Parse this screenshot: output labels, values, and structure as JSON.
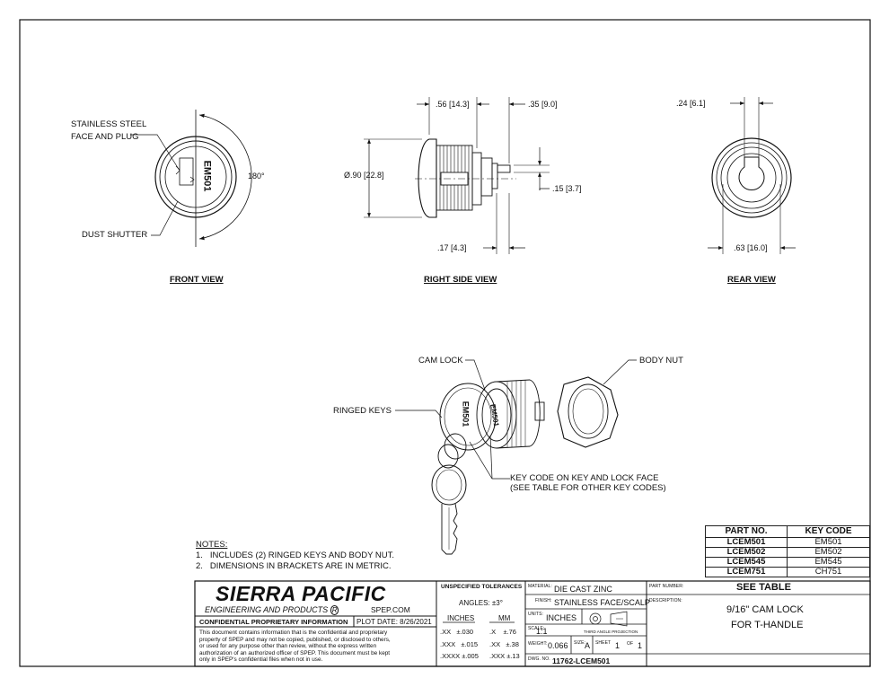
{
  "views": {
    "front": "FRONT VIEW",
    "right_side": "RIGHT SIDE VIEW",
    "rear": "REAR VIEW"
  },
  "front_labels": {
    "stainless_line1": "STAINLESS STEEL",
    "stainless_line2": "FACE AND PLUG",
    "dust_shutter": "DUST SHUTTER",
    "angle": "180°",
    "key_code": "EM501"
  },
  "side_dims": {
    "len_056": ".56",
    "len_056_mm": "[14.3]",
    "len_035": ".35",
    "len_035_mm": "[9.0]",
    "dia_090": "Ø.90",
    "dia_090_mm": "[22.8]",
    "len_015": ".15",
    "len_015_mm": "[3.7]",
    "len_017": ".17",
    "len_017_mm": "[4.3]"
  },
  "rear_dims": {
    "len_024": ".24",
    "len_024_mm": "[6.1]",
    "len_063": ".63",
    "len_063_mm": "[16.0]"
  },
  "iso_labels": {
    "cam_lock": "CAM LOCK",
    "body_nut": "BODY NUT",
    "ringed_keys": "RINGED KEYS",
    "key_code_line1": "KEY CODE ON KEY AND LOCK FACE",
    "key_code_line2": "(SEE TABLE FOR OTHER KEY CODES)",
    "key_text": "EM501",
    "lock_text": "EM501"
  },
  "notes": {
    "heading": "NOTES:",
    "items": [
      {
        "num": "1.",
        "text": "INCLUDES (2) RINGED KEYS AND BODY NUT."
      },
      {
        "num": "2.",
        "text": "DIMENSIONS IN BRACKETS ARE IN METRIC."
      }
    ]
  },
  "key_table": {
    "headers": [
      "PART NO.",
      "KEY CODE"
    ],
    "rows": [
      {
        "part": "LCEM501",
        "code": "EM501"
      },
      {
        "part": "LCEM502",
        "code": "EM502"
      },
      {
        "part": "LCEM545",
        "code": "EM545"
      },
      {
        "part": "LCEM751",
        "code": "CH751"
      }
    ]
  },
  "title_block": {
    "company": "SIERRA PACIFIC",
    "company_sub": "ENGINEERING AND PRODUCTS",
    "website": "SPEP.COM",
    "confidential_title": "CONFIDENTIAL PROPRIETARY INFORMATION",
    "plot_date": "PLOT DATE:  8/26/2021",
    "confidential_text": [
      "This document contains information that is the confidential and proprietary",
      "property of SPEP and may not be copied, published, or disclosed to others,",
      "or used for any purpose  other than review, without the express written",
      "authorization of an authorized officer of SPEP. This document must be kept",
      "only in SPEP's confidential files when not in use."
    ],
    "tolerances_title": "UNSPECIFIED TOLERANCES",
    "angles": "ANGLES: ±3°",
    "inches_label": "INCHES",
    "mm_label": "MM",
    "tol_rows": [
      {
        "inch": ".XX",
        "inch_val": "±.030",
        "mm": ".X",
        "mm_val": "±.76"
      },
      {
        "inch": ".XXX",
        "inch_val": "±.015",
        "mm": ".XX",
        "mm_val": "±.38"
      },
      {
        "inch": ".XXXX",
        "inch_val": "±.005",
        "mm": ".XXX",
        "mm_val": "±.13"
      }
    ],
    "material_label": "MATERIAL:",
    "material": "DIE CAST ZINC",
    "finish_label": "FINISH:",
    "finish": "STAINLESS FACE/SCALP",
    "units_label": "UNITS:",
    "units": "INCHES",
    "projection": "THIRD ANGLE PROJECTION",
    "scale_label": "SCALE:",
    "scale": "1:1",
    "weight_label": "WEIGHT:",
    "weight": "0.066",
    "size_label": "SIZE:",
    "size": "A",
    "sheet_label": "SHEET",
    "sheet": "1",
    "of_label": "OF",
    "sheet_total": "1",
    "dwg_label": "DWG. NO.",
    "dwg_no": "11762-LCEM501",
    "part_number_label": "PART NUMBER:",
    "part_number": "SEE TABLE",
    "description_label": "DESCRIPTION:",
    "description_line1": "9/16\" CAM LOCK",
    "description_line2": "FOR T-HANDLE"
  }
}
